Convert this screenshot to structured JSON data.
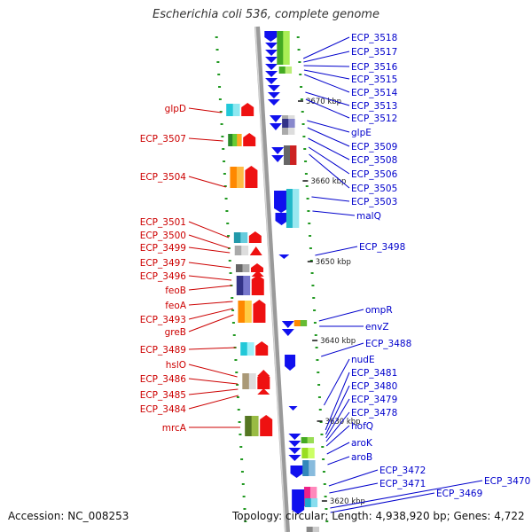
{
  "title": "Escherichia coli 536, complete genome",
  "footer": {
    "accession": "Accession: NC_008253",
    "topology": "Topology: circular; Length: 4,938,920 bp; Genes: 4,722"
  },
  "colors": {
    "forward_arrow": "#ee1111",
    "reverse_arrow": "#1010ee",
    "forward_label": "#cc0000",
    "reverse_label": "#0000cc",
    "backbone": "#888888",
    "tick": "#229922"
  },
  "ruler": [
    {
      "label": "3670 kbp"
    },
    {
      "label": "3660 kbp"
    },
    {
      "label": "3650 kbp"
    },
    {
      "label": "3640 kbp"
    },
    {
      "label": "3630 kbp"
    },
    {
      "label": "3620 kbp"
    }
  ],
  "left_labels": [
    {
      "text": "glpD"
    },
    {
      "text": "ECP_3507"
    },
    {
      "text": "ECP_3504"
    },
    {
      "text": "ECP_3501"
    },
    {
      "text": "ECP_3500"
    },
    {
      "text": "ECP_3499"
    },
    {
      "text": "ECP_3497"
    },
    {
      "text": "ECP_3496"
    },
    {
      "text": "feoB"
    },
    {
      "text": "feoA"
    },
    {
      "text": "ECP_3493"
    },
    {
      "text": "greB"
    },
    {
      "text": "ECP_3489"
    },
    {
      "text": "hslO"
    },
    {
      "text": "ECP_3486"
    },
    {
      "text": "ECP_3485"
    },
    {
      "text": "ECP_3484"
    },
    {
      "text": "mrcA"
    }
  ],
  "right_labels": [
    {
      "text": "ECP_3518"
    },
    {
      "text": "ECP_3517"
    },
    {
      "text": "ECP_3516"
    },
    {
      "text": "ECP_3515"
    },
    {
      "text": "ECP_3514"
    },
    {
      "text": "ECP_3513"
    },
    {
      "text": "ECP_3512"
    },
    {
      "text": "glpE"
    },
    {
      "text": "ECP_3509"
    },
    {
      "text": "ECP_3508"
    },
    {
      "text": "ECP_3506"
    },
    {
      "text": "ECP_3505"
    },
    {
      "text": "ECP_3503"
    },
    {
      "text": "malQ"
    },
    {
      "text": "ECP_3498"
    },
    {
      "text": "ompR"
    },
    {
      "text": "envZ"
    },
    {
      "text": "ECP_3488"
    },
    {
      "text": "nudE"
    },
    {
      "text": "ECP_3481"
    },
    {
      "text": "ECP_3480"
    },
    {
      "text": "ECP_3479"
    },
    {
      "text": "ECP_3478"
    },
    {
      "text": "hofQ"
    },
    {
      "text": "aroK"
    },
    {
      "text": "aroB"
    },
    {
      "text": "ECP_3472"
    },
    {
      "text": "ECP_3471"
    },
    {
      "text": "ECP_3470"
    },
    {
      "text": "ECP_3469"
    }
  ]
}
